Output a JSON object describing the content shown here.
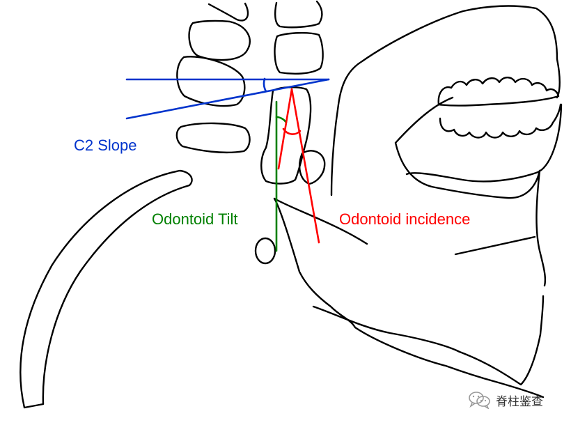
{
  "labels": {
    "c2_slope": "C2 Slope",
    "odontoid_tilt": "Odontoid Tilt",
    "odontoid_incidence": "Odontoid incidence"
  },
  "watermark": {
    "text": "脊柱鉴查",
    "icon": "wechat-icon"
  },
  "colors": {
    "c2_slope": "#0033cc",
    "odontoid_tilt": "#008000",
    "odontoid_incidence": "#ff0000",
    "outline": "#000000"
  }
}
